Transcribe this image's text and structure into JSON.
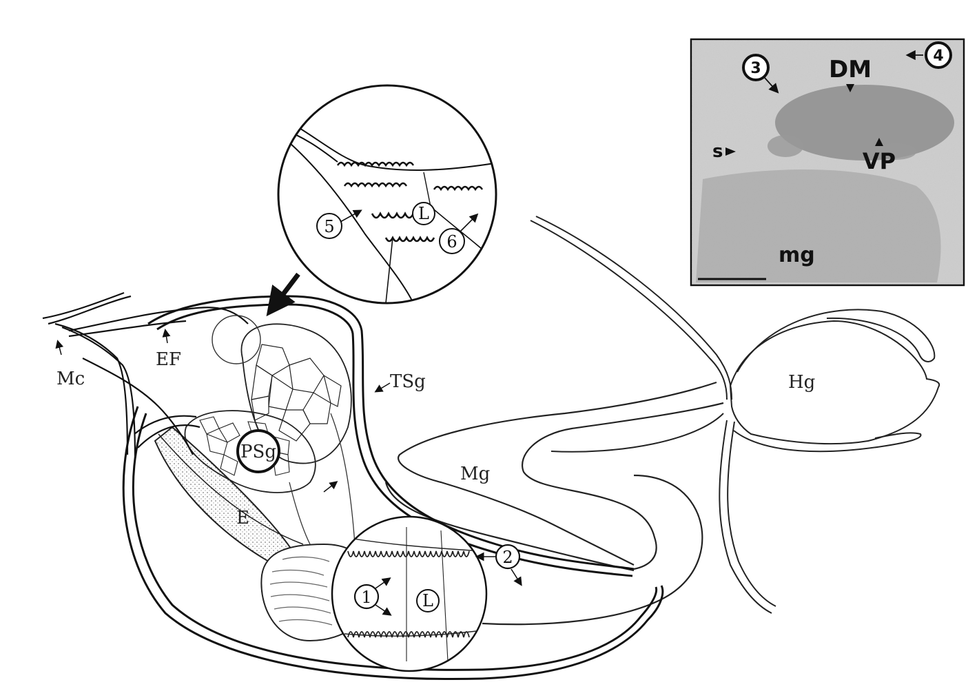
{
  "diagram": {
    "labels": {
      "mc": "Mc",
      "ef": "EF",
      "tsg": "TSg",
      "psg": "PSg",
      "e": "E",
      "mg": "Mg",
      "hg": "Hg",
      "lumen_top": "L",
      "lumen_bottom": "L"
    },
    "markers": {
      "m1": "1",
      "m2": "2",
      "m5": "5",
      "m6": "6"
    }
  },
  "inset": {
    "labels": {
      "dm": "DM",
      "vp": "VP",
      "s": "s",
      "mg": "mg"
    },
    "markers": {
      "m3": "3",
      "m4": "4"
    }
  }
}
